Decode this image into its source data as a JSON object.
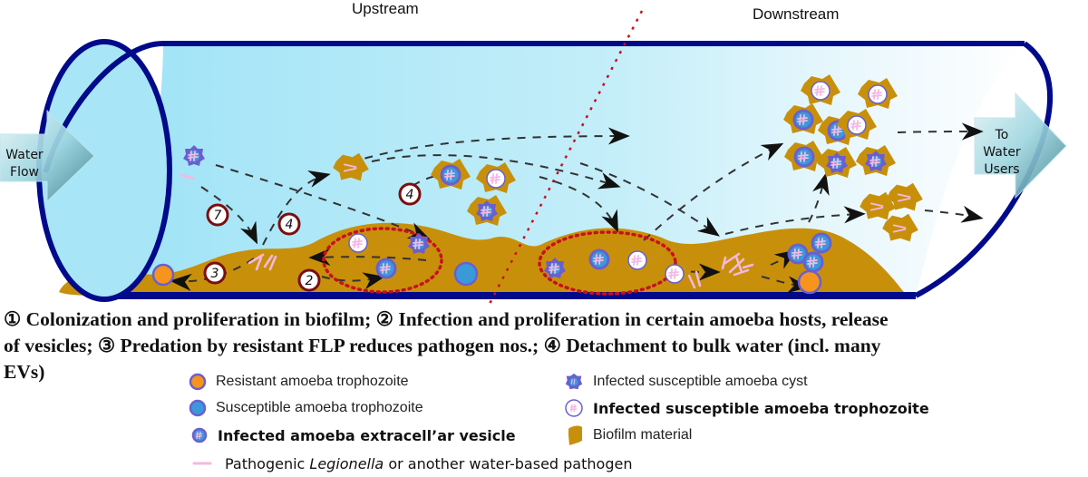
{
  "diagram": {
    "title_upstream": "Upstream",
    "title_downstream": "Downstream",
    "inflow_label": [
      "Water",
      "Flow"
    ],
    "outflow_label": [
      "To",
      "Water",
      "Users"
    ],
    "step_markers": [
      "1",
      "2",
      "3",
      "4"
    ],
    "colors": {
      "pipe_outline": "#000a8a",
      "water": "#a8e6f7",
      "biofilm": "#c8900a",
      "resistant_trophozoite": "#f7941d",
      "susceptible_trophozoite": "#3a9ad9",
      "cell_border": "#6a5fd0",
      "pathogen": "#f4b8e4",
      "step_circle": "#7a0f0f",
      "boundary_dots": "#c8101e"
    }
  },
  "caption": {
    "line1": "① Colonization and proliferation in biofilm; ② Infection and proliferation in certain amoeba hosts, release",
    "line2": "of  vesicles; ③ Predation by resistant FLP reduces pathogen nos.; ④ Detachment to bulk water (incl. many",
    "line3": "EVs)"
  },
  "legend": {
    "items": [
      {
        "key": "resistant",
        "label": "Resistant amoeba trophozoite"
      },
      {
        "key": "susceptible",
        "label": "Susceptible amoeba trophozoite"
      },
      {
        "key": "vesicle",
        "label": "Infected amoeba extracell’ar vesicle"
      },
      {
        "key": "cyst",
        "label": "Infected susceptible amoeba cyst"
      },
      {
        "key": "infected_troph",
        "label": "Infected susceptible amoeba trophozoite"
      },
      {
        "key": "biofilm",
        "label": "Biofilm material"
      }
    ],
    "pathogen": {
      "prefix": "Pathogenic ",
      "italic": "Legionella",
      "suffix": " or another water-based pathogen"
    }
  }
}
